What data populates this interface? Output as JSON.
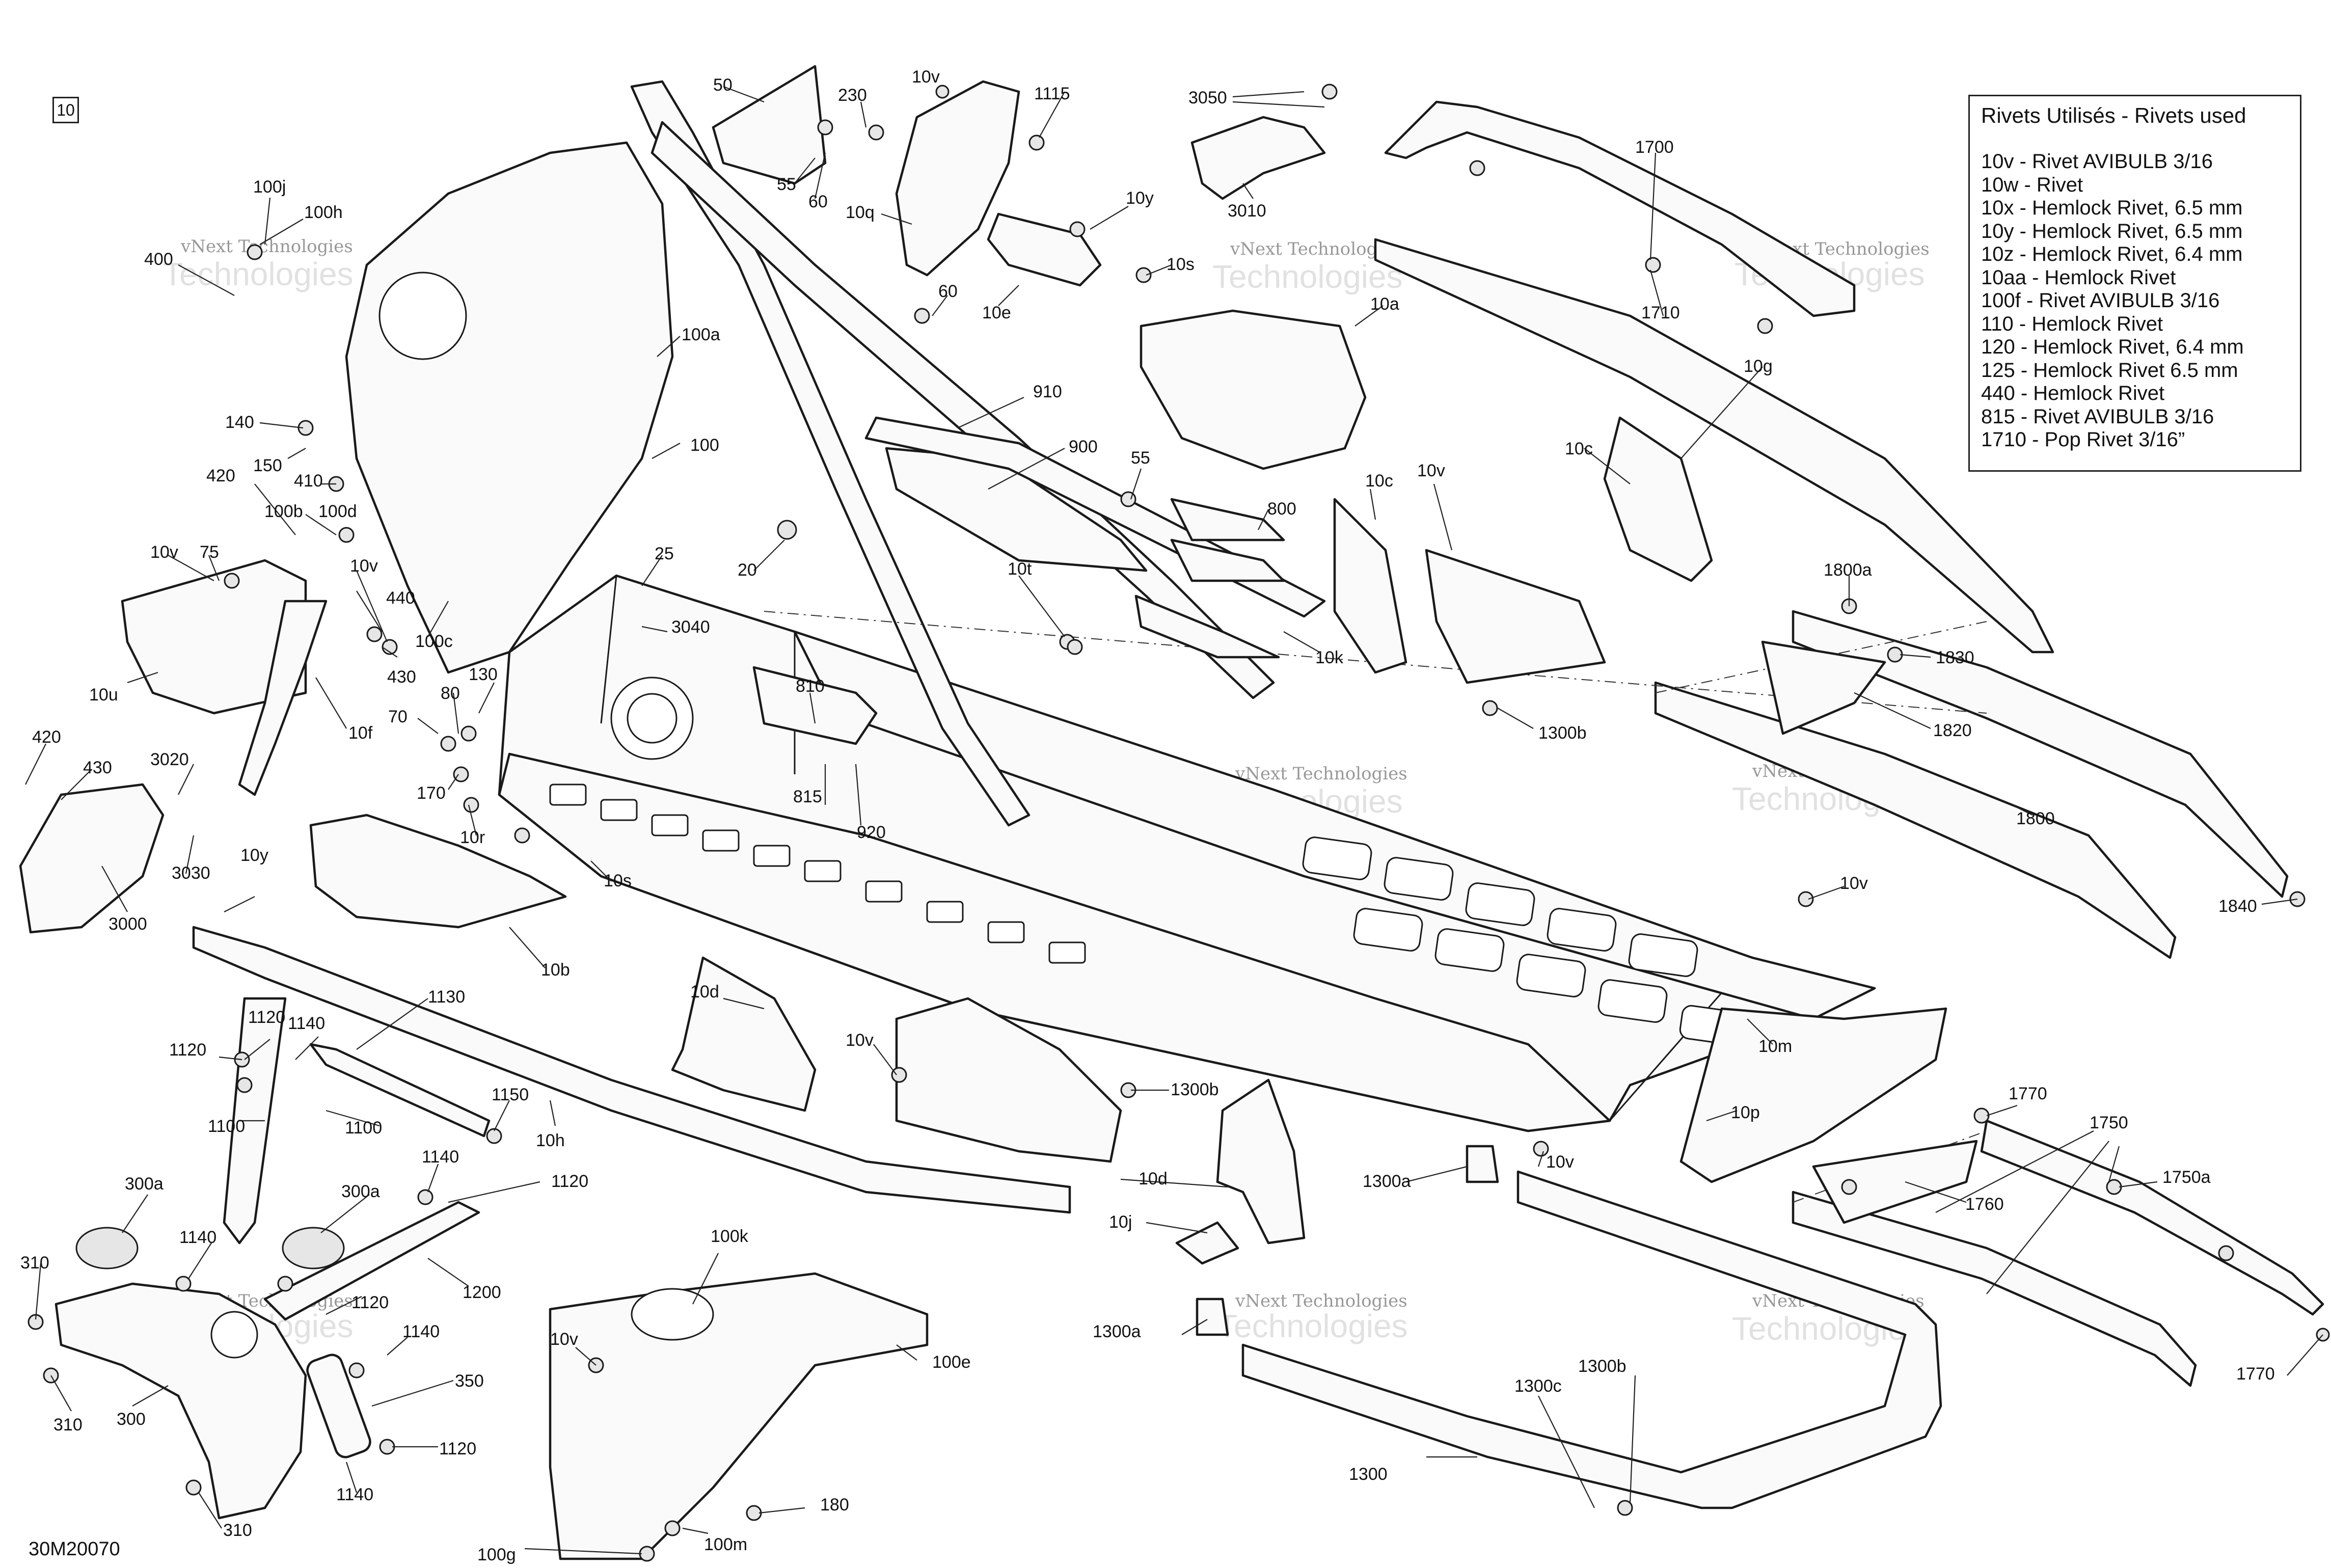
{
  "tag": "10",
  "drawing_number": "30M20070",
  "legend": {
    "title": "Rivets Utilisés - Rivets used",
    "items": [
      "10v - Rivet AVIBULB 3/16",
      "10w - Rivet",
      "10x - Hemlock Rivet, 6.5 mm",
      "10y - Hemlock Rivet, 6.5 mm",
      "10z - Hemlock Rivet, 6.4 mm",
      "10aa - Hemlock Rivet",
      "100f - Rivet AVIBULB 3/16",
      "110 - Hemlock Rivet",
      "120 - Hemlock Rivet, 6.4 mm",
      "125 - Hemlock Rivet 6.5 mm",
      "440 - Hemlock Rivet",
      "815 - Rivet AVIBULB 3/16",
      "1710 - Pop Rivet 3/16”"
    ]
  },
  "watermark": {
    "line1": "vNext Technologies",
    "big": "Technologies"
  },
  "callouts": [
    "100j",
    "100h",
    "400",
    "140",
    "150",
    "410",
    "420",
    "100b",
    "100d",
    "10v",
    "75",
    "10v",
    "440",
    "430",
    "10u",
    "10f",
    "420",
    "430",
    "3020",
    "3030",
    "3000",
    "10y",
    "70",
    "80",
    "130",
    "170",
    "10r",
    "50",
    "55",
    "60",
    "230",
    "10v",
    "1115",
    "10q",
    "10y",
    "10s",
    "10e",
    "60",
    "100a",
    "100",
    "100c",
    "25",
    "3040",
    "20",
    "910",
    "900",
    "810",
    "815",
    "920",
    "10s",
    "10b",
    "3050",
    "3010",
    "10a",
    "55",
    "800",
    "10t",
    "10c",
    "10v",
    "10k",
    "1300b",
    "1700",
    "1710",
    "10g",
    "10c",
    "1800a",
    "1830",
    "1820",
    "1800",
    "1840",
    "10v",
    "10m",
    "10d",
    "10v",
    "1300b",
    "1130",
    "1140",
    "1120",
    "1120",
    "1100",
    "1100",
    "1150",
    "10h",
    "300a",
    "300a",
    "1140",
    "1120",
    "1200",
    "1140",
    "1120",
    "310",
    "310",
    "300",
    "1140",
    "350",
    "1120",
    "1140",
    "310",
    "10d",
    "10j",
    "100k",
    "10v",
    "100e",
    "180",
    "100m",
    "100g",
    "1300a",
    "1300a",
    "10v",
    "10p",
    "1300b",
    "1300c",
    "1300",
    "1770",
    "1750",
    "1750a",
    "1760",
    "1770"
  ]
}
